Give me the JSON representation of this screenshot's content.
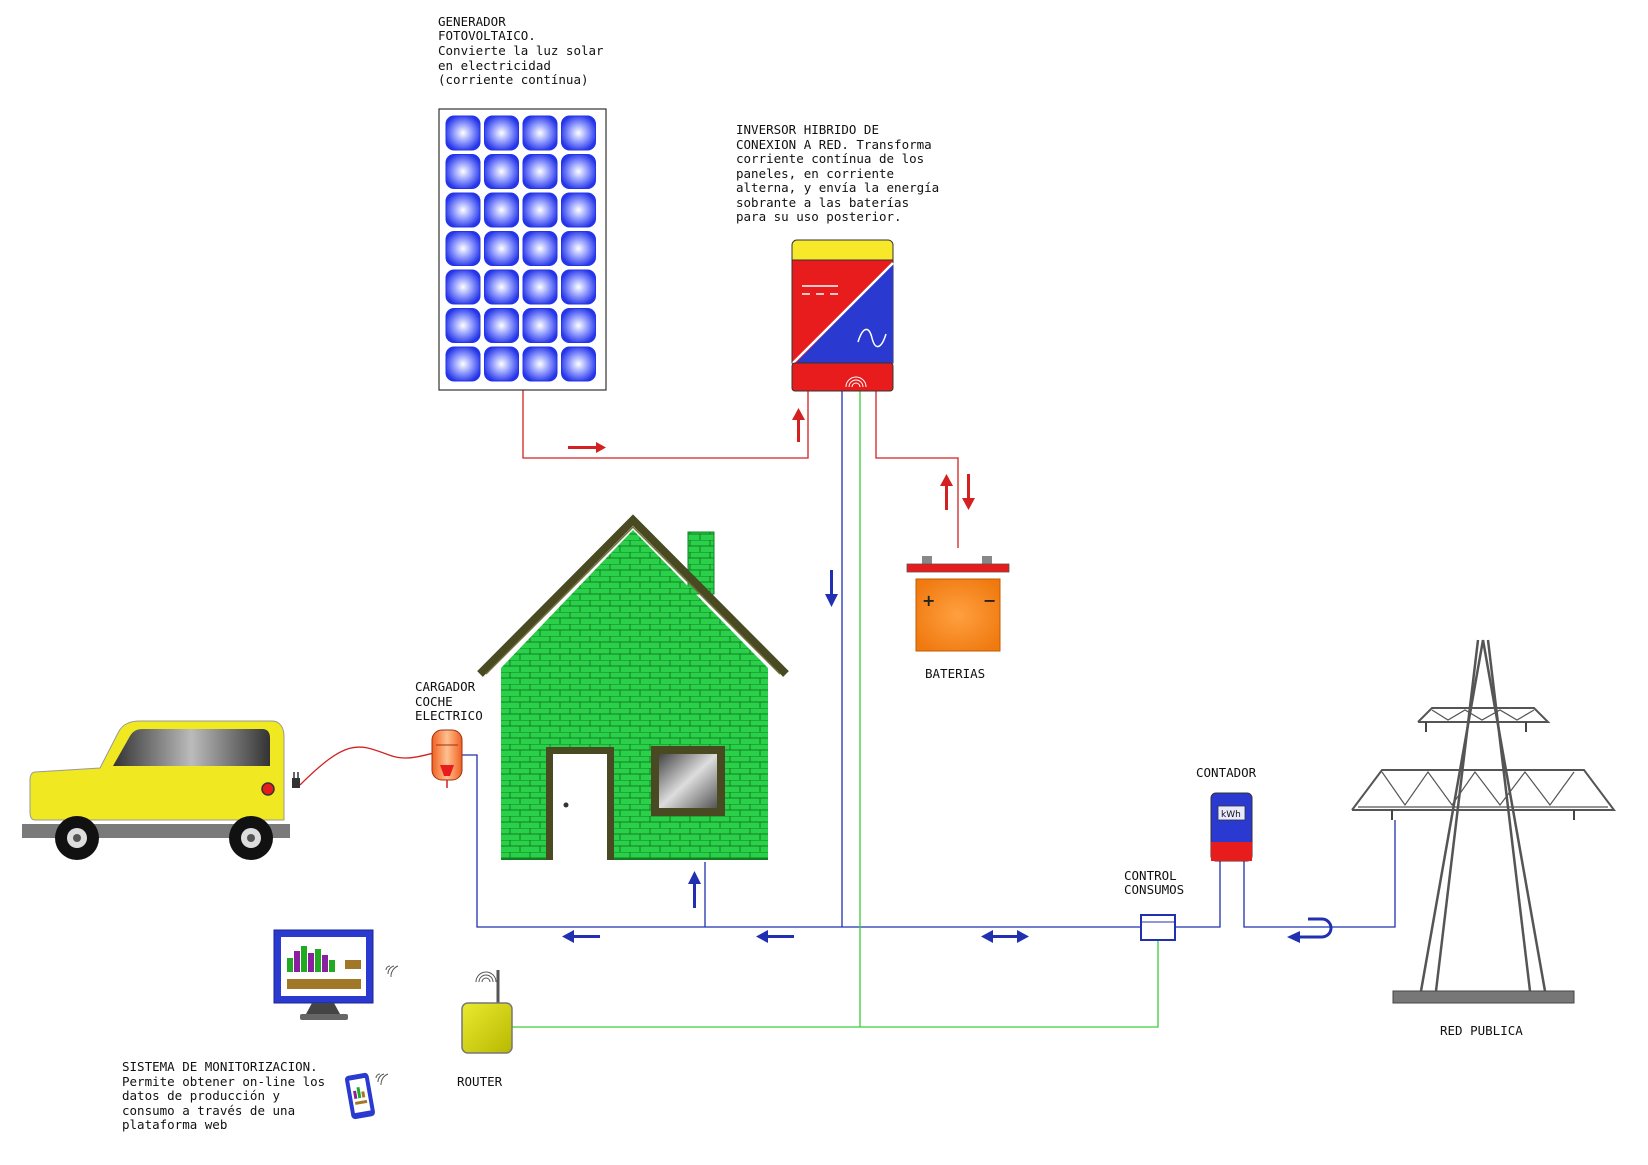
{
  "labels": {
    "pv": [
      "GENERADOR",
      "FOTOVOLTAICO.",
      "Convierte la luz solar",
      "en electricidad",
      "(corriente contínua)"
    ],
    "inverter": [
      "INVERSOR HIBRIDO DE",
      "CONEXION A RED. Transforma",
      "corriente contínua de los",
      "paneles, en corriente",
      "alterna, y envía la energía",
      "sobrante a las baterías",
      "para su uso posterior."
    ],
    "batteries": "BATERIAS",
    "charger": [
      "CARGADOR",
      "COCHE",
      "ELECTRICO"
    ],
    "meter": "CONTADOR",
    "control": [
      "CONTROL",
      "CONSUMOS"
    ],
    "grid": "RED PUBLICA",
    "router": "ROUTER",
    "monitoring": [
      "SISTEMA DE MONITORIZACION.",
      "Permite obtener on-line los",
      "datos de producción y",
      "consumo a través de una",
      "plataforma web"
    ],
    "meter_unit": "kWh"
  },
  "colors": {
    "dc_line": "#d42020",
    "ac_line": "#2030b0",
    "data_line": "#3ccc3c",
    "house": "#22cc44",
    "roof": "#4a4a22",
    "car": "#f0e820",
    "battery": "#f57f17",
    "panel_cell": "#3a4af0"
  }
}
